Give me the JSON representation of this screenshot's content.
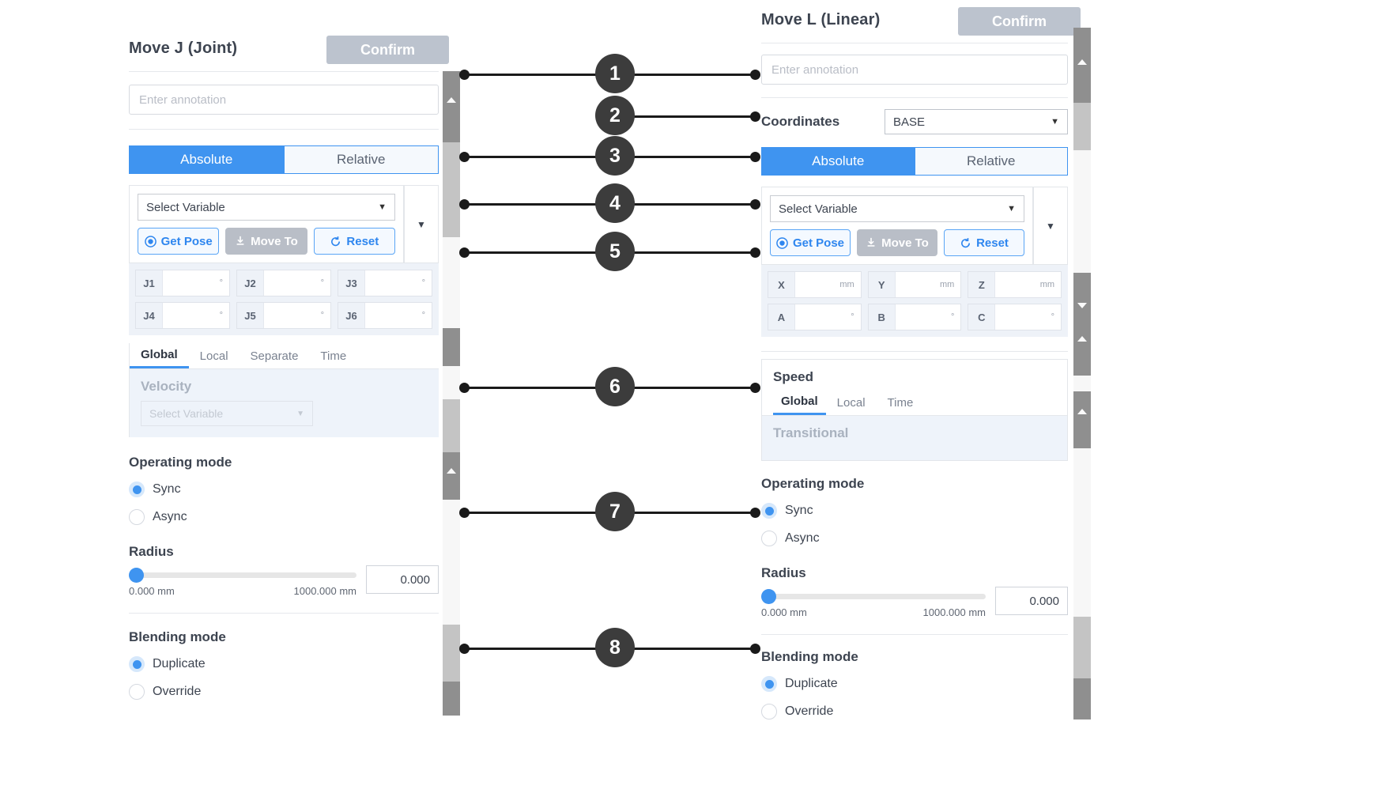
{
  "left_panel": {
    "title": "Move J (Joint)",
    "confirm_label": "Confirm",
    "annotation_placeholder": "Enter annotation",
    "mode_tabs": {
      "absolute": "Absolute",
      "relative": "Relative"
    },
    "variable_select": "Select Variable",
    "buttons": {
      "get_pose": "Get Pose",
      "move_to": "Move To",
      "reset": "Reset"
    },
    "joints": [
      {
        "label": "J1",
        "value": "",
        "unit": "°"
      },
      {
        "label": "J2",
        "value": "",
        "unit": "°"
      },
      {
        "label": "J3",
        "value": "",
        "unit": "°"
      },
      {
        "label": "J4",
        "value": "",
        "unit": "°"
      },
      {
        "label": "J5",
        "value": "",
        "unit": "°"
      },
      {
        "label": "J6",
        "value": "",
        "unit": "°"
      }
    ],
    "speed_tabs": [
      "Global",
      "Local",
      "Separate",
      "Time"
    ],
    "speed_tab_active": "Global",
    "velocity_label": "Velocity",
    "velocity_select": "Select Variable",
    "operating_mode": {
      "title": "Operating mode",
      "options": [
        "Sync",
        "Async"
      ],
      "selected": "Sync"
    },
    "radius": {
      "title": "Radius",
      "min_label": "0.000 mm",
      "max_label": "1000.000 mm",
      "value": "0.000"
    },
    "blending_mode": {
      "title": "Blending mode",
      "options": [
        "Duplicate",
        "Override"
      ],
      "selected": "Duplicate"
    }
  },
  "right_panel": {
    "title": "Move L (Linear)",
    "confirm_label": "Confirm",
    "annotation_placeholder": "Enter annotation",
    "coordinates_label": "Coordinates",
    "coordinates_value": "BASE",
    "mode_tabs": {
      "absolute": "Absolute",
      "relative": "Relative"
    },
    "variable_select": "Select Variable",
    "buttons": {
      "get_pose": "Get Pose",
      "move_to": "Move To",
      "reset": "Reset"
    },
    "pose_fields": [
      {
        "label": "X",
        "value": "",
        "unit": "mm"
      },
      {
        "label": "Y",
        "value": "",
        "unit": "mm"
      },
      {
        "label": "Z",
        "value": "",
        "unit": "mm"
      },
      {
        "label": "A",
        "value": "",
        "unit": "°"
      },
      {
        "label": "B",
        "value": "",
        "unit": "°"
      },
      {
        "label": "C",
        "value": "",
        "unit": "°"
      }
    ],
    "speed": {
      "title": "Speed",
      "tabs": [
        "Global",
        "Local",
        "Time"
      ],
      "tab_active": "Global",
      "transitional_label": "Transitional"
    },
    "operating_mode": {
      "title": "Operating mode",
      "options": [
        "Sync",
        "Async"
      ],
      "selected": "Sync"
    },
    "radius": {
      "title": "Radius",
      "min_label": "0.000 mm",
      "max_label": "1000.000 mm",
      "value": "0.000"
    },
    "blending_mode": {
      "title": "Blending mode",
      "options": [
        "Duplicate",
        "Override"
      ],
      "selected": "Duplicate"
    }
  },
  "callouts": [
    {
      "number": "1"
    },
    {
      "number": "2"
    },
    {
      "number": "3"
    },
    {
      "number": "4"
    },
    {
      "number": "5"
    },
    {
      "number": "6"
    },
    {
      "number": "7"
    },
    {
      "number": "8"
    }
  ],
  "colors": {
    "accent": "#3f94f0",
    "confirm_disabled": "#bcc3ce",
    "callout": "#3c3c3c",
    "panel_bg_alt": "#eef3fa"
  }
}
